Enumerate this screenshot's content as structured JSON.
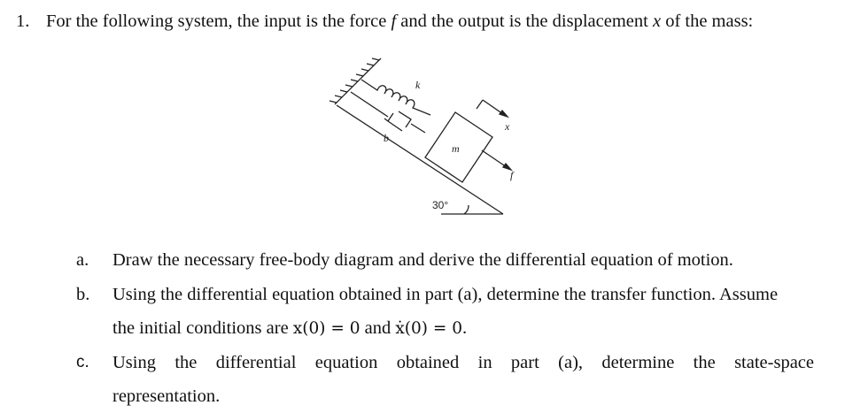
{
  "question": {
    "number": "1.",
    "text_part1": "For the following system, the input is the force ",
    "f_symbol": "f",
    "text_part2": " and the output is the displacement ",
    "x_symbol": "x",
    "text_part3": " of the mass:"
  },
  "figure": {
    "spring_label": "k",
    "damper_label": "b",
    "mass_label": "m",
    "displacement_label": "x",
    "force_label": "f",
    "angle_label": "30°"
  },
  "parts": [
    {
      "label": "a.",
      "text": "Draw the necessary free-body diagram and derive the differential equation of motion."
    },
    {
      "label": "b.",
      "text_line1": "Using the differential equation obtained in part (a), determine the transfer function. Assume",
      "text_line2_before": "the initial conditions are ",
      "cond1": "x(0) = 0",
      "and_word": " and ",
      "cond2": "ẋ(0) = 0",
      "end_period": "."
    },
    {
      "label": "c.",
      "text_line1": "Using the differential equation obtained in part (a), determine the state-space",
      "text_line2": "representation."
    }
  ]
}
